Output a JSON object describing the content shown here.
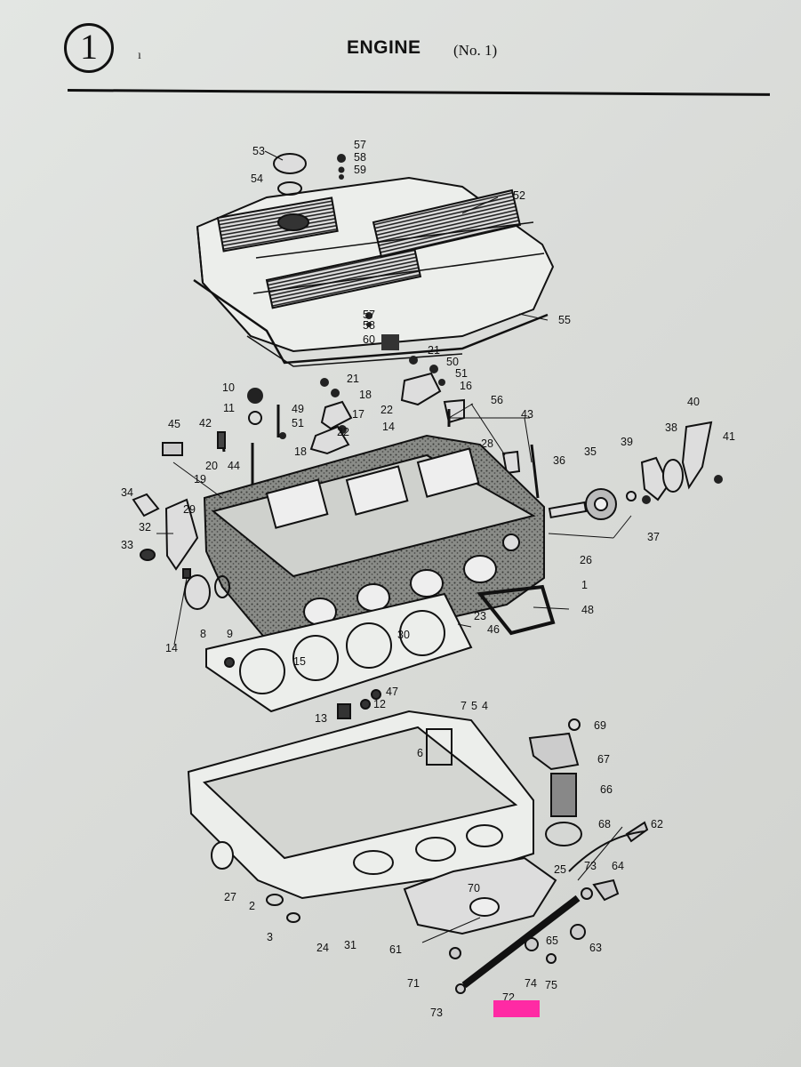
{
  "header": {
    "section_number": "1",
    "mark": "ı",
    "title": "ENGINE",
    "subtitle": "(No. 1)"
  },
  "colors": {
    "ink": "#111111",
    "paper": "#e0e2df",
    "highlight": "#ff2aa4"
  },
  "callouts": [
    "53",
    "57",
    "58",
    "59",
    "54",
    "52",
    "55",
    "57",
    "58",
    "60",
    "21",
    "50",
    "51",
    "16",
    "21",
    "10",
    "18",
    "11",
    "49",
    "51",
    "17",
    "22",
    "14",
    "22",
    "18",
    "56",
    "43",
    "40",
    "45",
    "42",
    "44",
    "28",
    "36",
    "35",
    "39",
    "38",
    "41",
    "20",
    "19",
    "34",
    "29",
    "32",
    "37",
    "33",
    "26",
    "1",
    "48",
    "14",
    "8",
    "9",
    "23",
    "30",
    "15",
    "46",
    "47",
    "12",
    "13",
    "7",
    "5",
    "4",
    "69",
    "6",
    "67",
    "66",
    "68",
    "62",
    "73",
    "64",
    "25",
    "70",
    "27",
    "2",
    "3",
    "24",
    "31",
    "61",
    "65",
    "63",
    "71",
    "74",
    "75",
    "72",
    "73"
  ]
}
